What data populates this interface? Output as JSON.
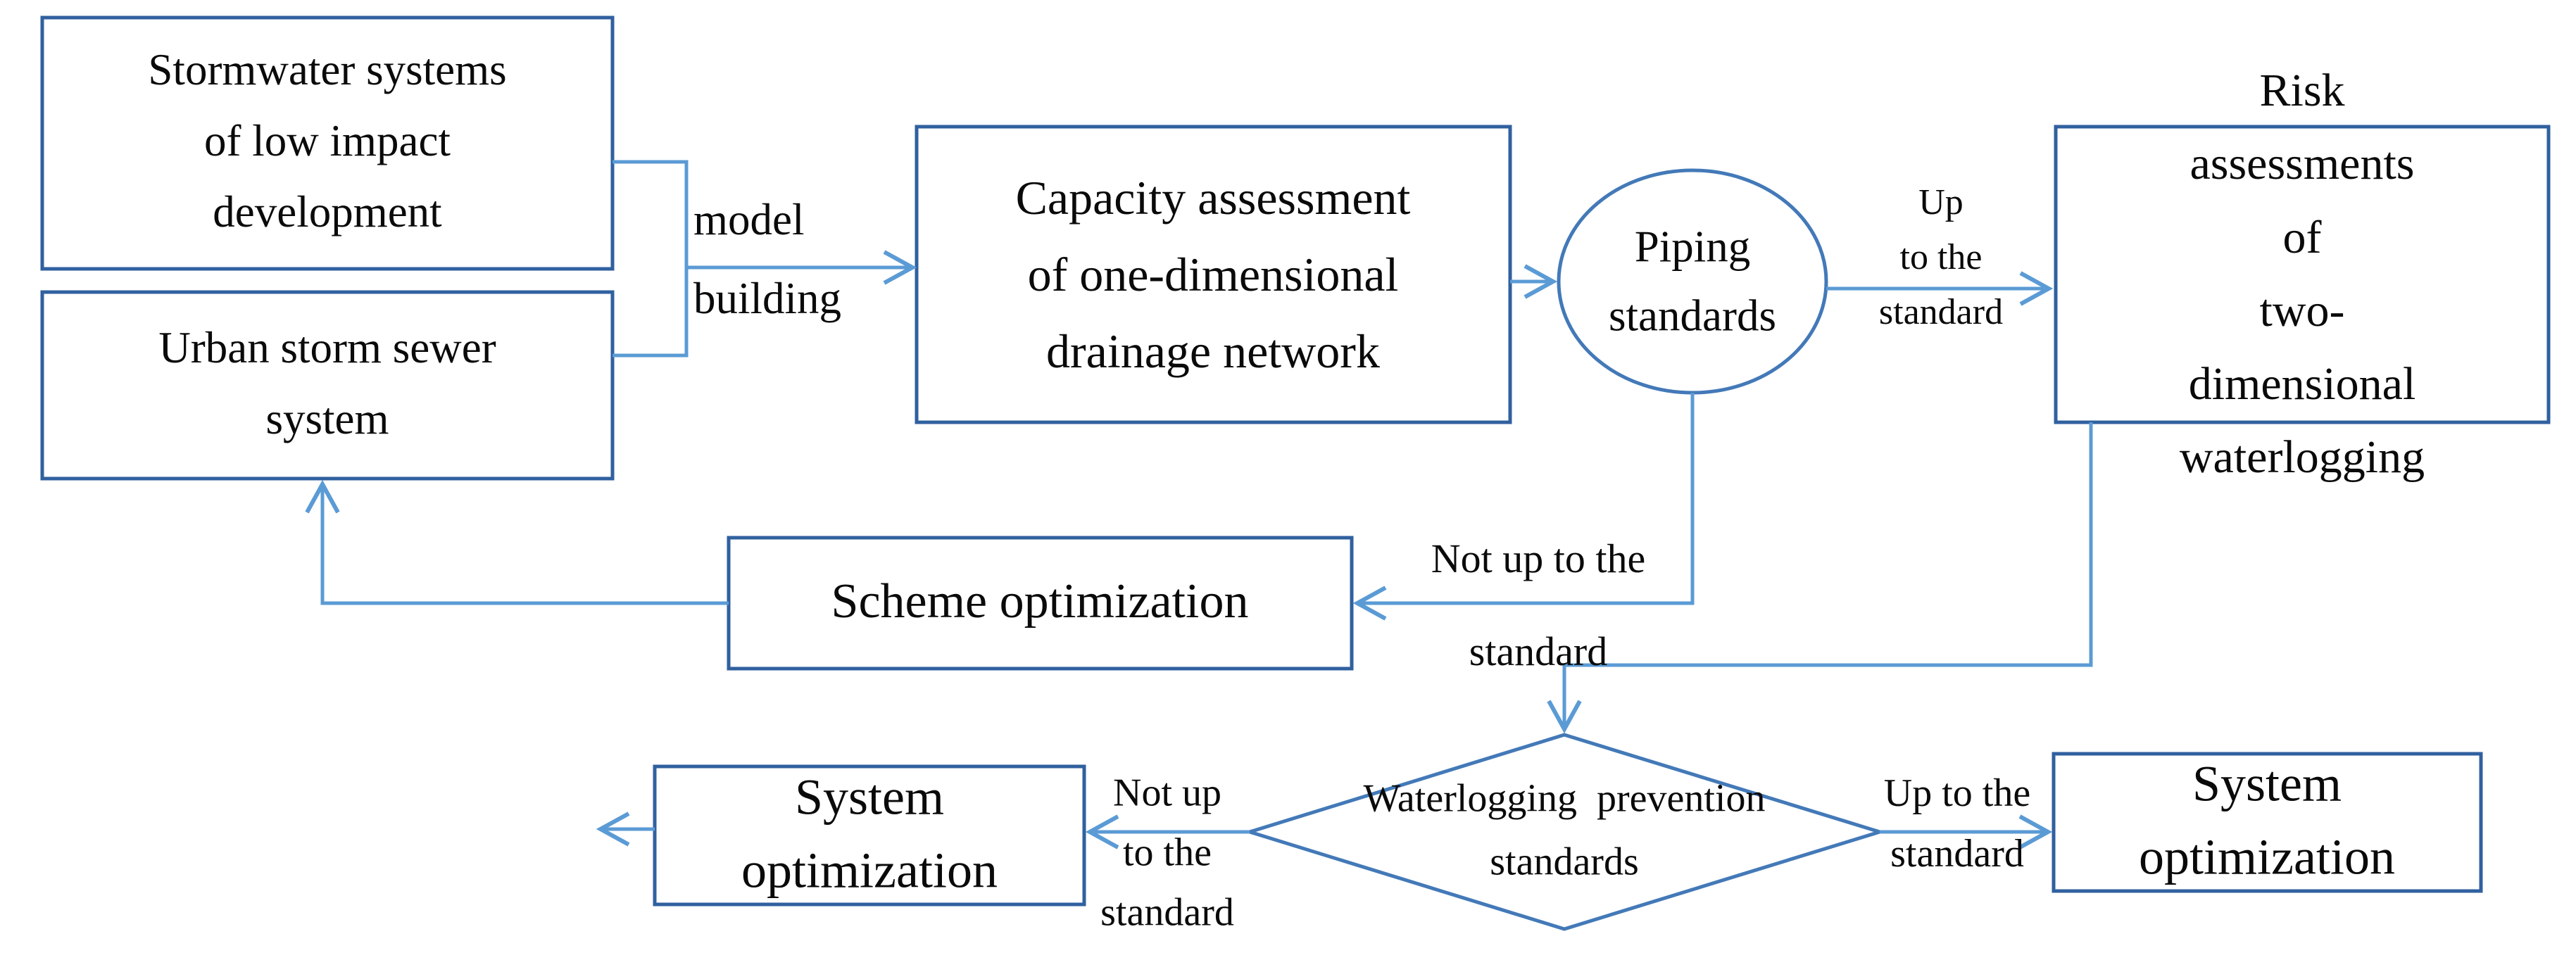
{
  "title": "Urban waterlogging assessment flowchart",
  "colors": {
    "background": "#ffffff",
    "box_border": "#30609f",
    "shape_border": "#4379b8",
    "connector": "#5b9bd5",
    "text": "#0a0a0a"
  },
  "nodes": {
    "stormwater": {
      "shape": "rectangle",
      "label": "Stormwater systems\nof low impact\ndevelopment"
    },
    "urban": {
      "shape": "rectangle",
      "label": "Urban storm sewer\nsystem"
    },
    "capacity": {
      "shape": "rectangle",
      "label": "Capacity assessment\nof one-dimensional\ndrainage network"
    },
    "piping": {
      "shape": "ellipse",
      "label": "Piping\nstandards"
    },
    "risk": {
      "shape": "rectangle",
      "label": "Risk\nassessments of\ntwo-dimensional\nwaterlogging"
    },
    "scheme": {
      "shape": "rectangle",
      "label": "Scheme optimization"
    },
    "waterlogging_decision": {
      "shape": "diamond",
      "label": "Waterlogging  prevention\nstandards"
    },
    "system_left": {
      "shape": "rectangle",
      "label": "System\noptimization"
    },
    "system_right": {
      "shape": "rectangle",
      "label": "System\noptimization"
    }
  },
  "edge_labels": {
    "model_building": "model\nbuilding",
    "up_to_standard_piping": "Up\nto the\nstandard",
    "not_up_to_standard_piping": "Not up to the\nstandard",
    "not_up_to_standard_diamond": "Not up\nto the\nstandard",
    "up_to_standard_diamond": "Up to the\nstandard"
  },
  "edges": [
    {
      "from": "stormwater + urban",
      "to": "capacity",
      "label_key": "model_building"
    },
    {
      "from": "capacity",
      "to": "piping",
      "label_key": null
    },
    {
      "from": "piping",
      "to": "risk",
      "label_key": "up_to_standard_piping"
    },
    {
      "from": "piping",
      "to": "scheme",
      "label_key": "not_up_to_standard_piping"
    },
    {
      "from": "scheme",
      "to": "urban",
      "label_key": null
    },
    {
      "from": "risk",
      "to": "waterlogging_decision",
      "label_key": null
    },
    {
      "from": "waterlogging_decision",
      "to": "system_left",
      "label_key": "not_up_to_standard_diamond"
    },
    {
      "from": "waterlogging_decision",
      "to": "system_right",
      "label_key": "up_to_standard_diamond"
    },
    {
      "from": "system_left",
      "to": "offpage-left",
      "label_key": null
    }
  ]
}
